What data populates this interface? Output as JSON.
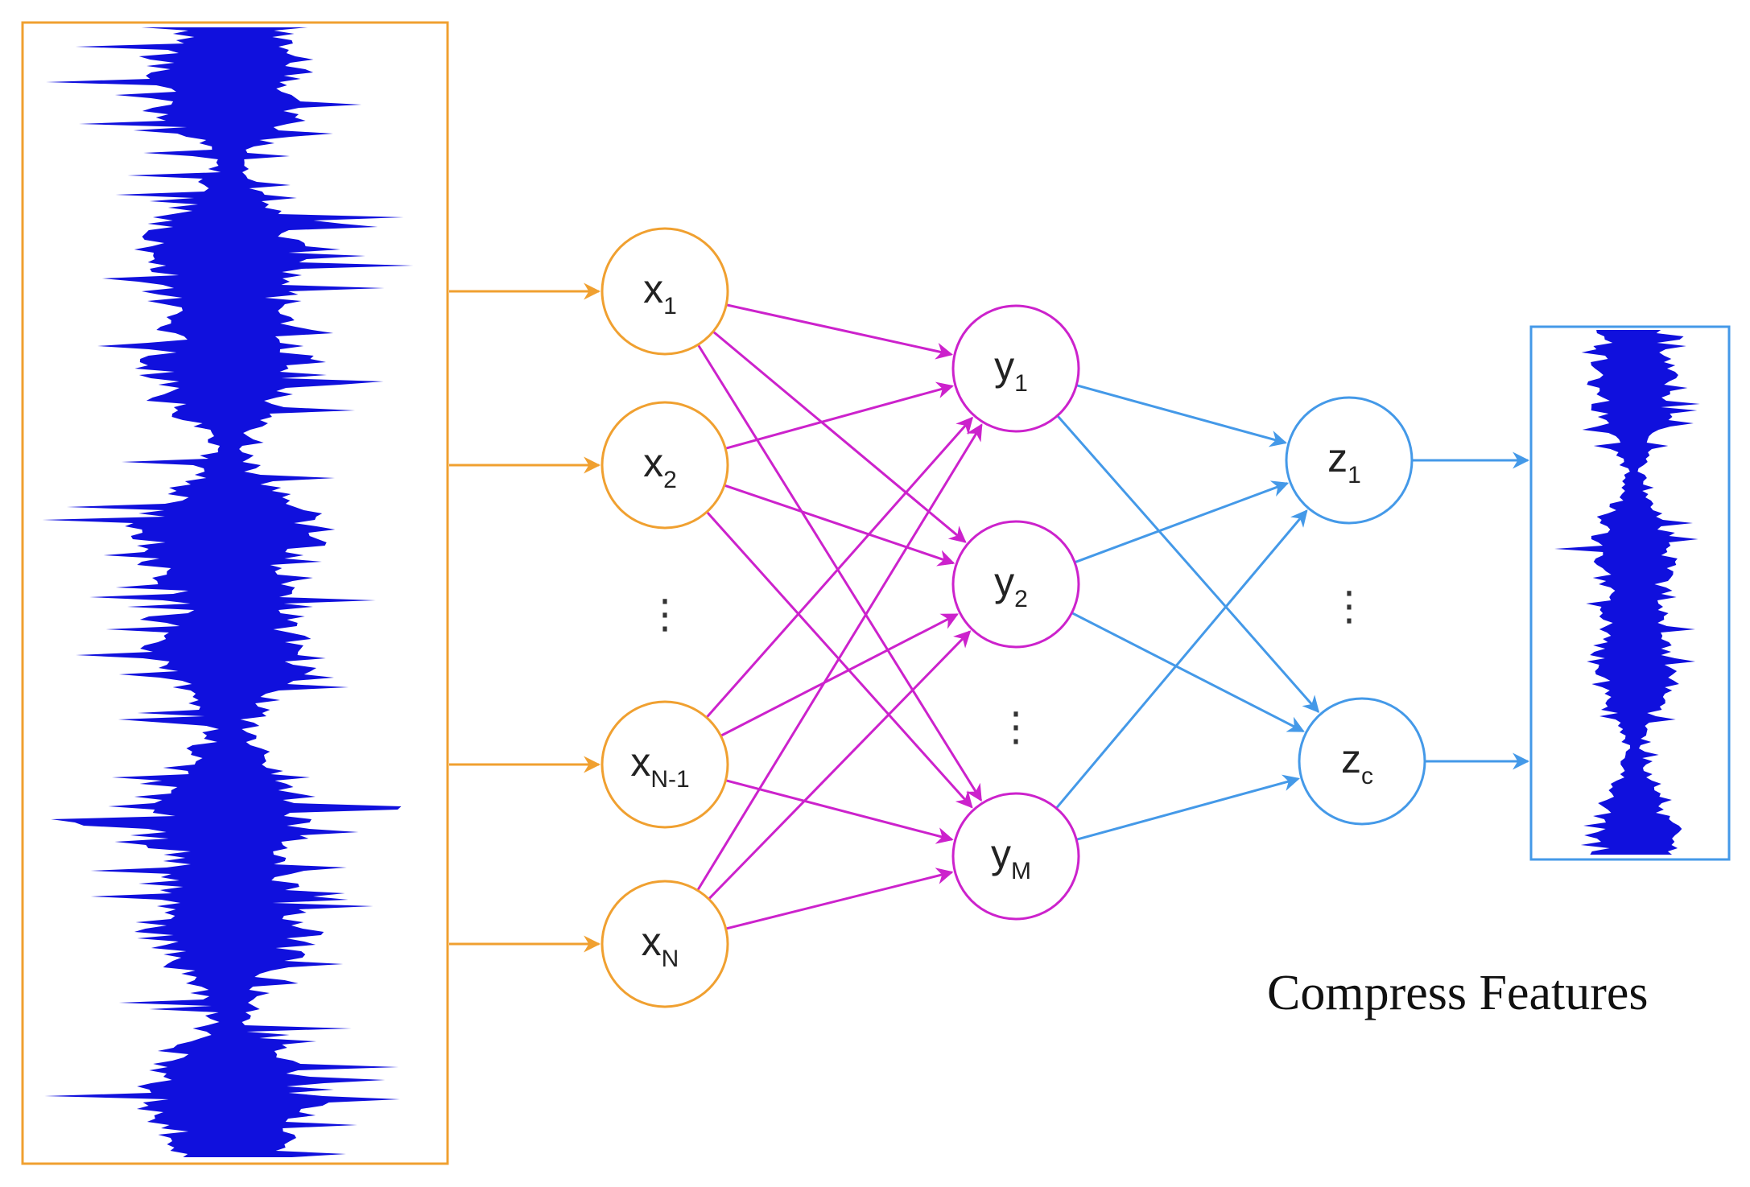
{
  "colors": {
    "input": "#f0a030",
    "hidden": "#cc22cc",
    "code": "#4499e8",
    "signal": "#1010dd"
  },
  "input_layer": {
    "nodes": [
      {
        "var": "x",
        "sub": "1"
      },
      {
        "var": "x",
        "sub": "2"
      },
      {
        "var": "x",
        "sub": "N-1"
      },
      {
        "var": "x",
        "sub": "N"
      }
    ],
    "ellipsis": "⋮"
  },
  "hidden_layer": {
    "nodes": [
      {
        "var": "y",
        "sub": "1"
      },
      {
        "var": "y",
        "sub": "2"
      },
      {
        "var": "y",
        "sub": "M"
      }
    ],
    "ellipsis": "⋮"
  },
  "code_layer": {
    "nodes": [
      {
        "var": "z",
        "sub": "1"
      },
      {
        "var": "z",
        "sub": "c"
      }
    ],
    "ellipsis": "⋮"
  },
  "output": {
    "caption": "Compress Features"
  }
}
